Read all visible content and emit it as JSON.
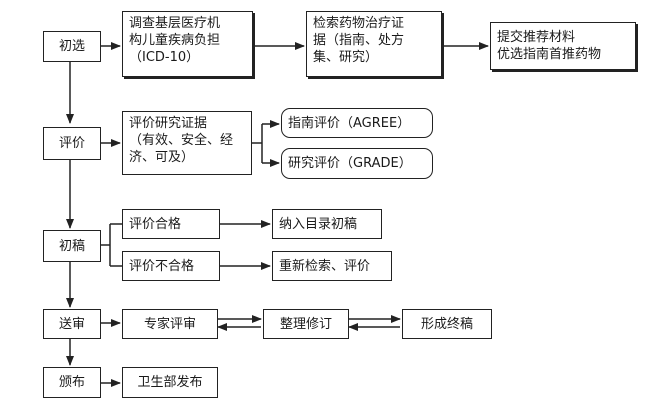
{
  "nodes": {
    "chuxuan": "初选",
    "survey": "调查基层医疗机\n构儿童疾病负担\n（ICD-10）",
    "retrieve": "检索药物治疗证\n据（指南、处方\n集、研究）",
    "submit": "提交推荐材料\n优选指南首推药物",
    "pingjia": "评价",
    "evaluate_evidence": "评价研究证据\n（有效、安全、经\n济、可及）",
    "guideline_eval": "指南评价（AGREE）",
    "study_eval": "研究评价（GRADE）",
    "chugao": "初稿",
    "pass": "评价合格",
    "include": "纳入目录初稿",
    "fail": "评价不合格",
    "reeval": "重新检索、评价",
    "songshen": "送审",
    "expert": "专家评审",
    "revise": "整理修订",
    "final": "形成终稿",
    "banbu": "颁布",
    "moh": "卫生部发布"
  },
  "colors": {
    "line": "#222222",
    "text": "#1a1a1a",
    "background": "#ffffff"
  }
}
